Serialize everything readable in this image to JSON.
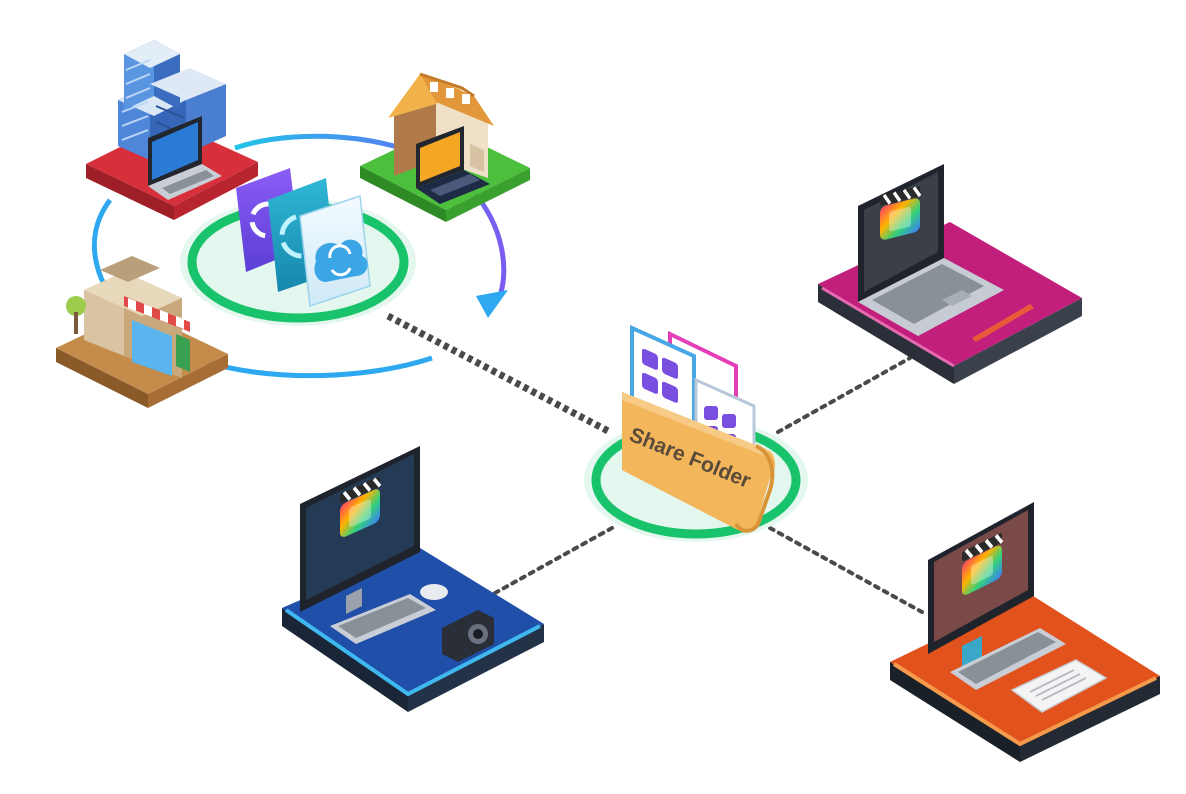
{
  "diagram": {
    "folder_label": "Share Folder",
    "nodes": [
      {
        "id": "office-building",
        "icon": "office-building-icon"
      },
      {
        "id": "house",
        "icon": "house-icon"
      },
      {
        "id": "store",
        "icon": "store-icon"
      },
      {
        "id": "sync-app-cluster",
        "icon": "sync-app-icon"
      },
      {
        "id": "share-folder",
        "icon": "folder-icon"
      },
      {
        "id": "laptop-magenta",
        "icon": "laptop-icon"
      },
      {
        "id": "desktop-blue",
        "icon": "desktop-icon"
      },
      {
        "id": "desktop-orange",
        "icon": "desktop-icon"
      }
    ],
    "colors": {
      "ring": "#19c36b",
      "ring_glow": "#e3f7ee",
      "orbit": "#2ea8f0",
      "dashed_line": "#4a4a4a",
      "platform_red": "#d8303a",
      "platform_green": "#4cbf3c",
      "platform_brown": "#c48b4a",
      "platform_magenta": "#c21f7d",
      "platform_blue": "#1f4fa8",
      "platform_orange": "#e2521c",
      "folder": "#f3b65b"
    }
  }
}
